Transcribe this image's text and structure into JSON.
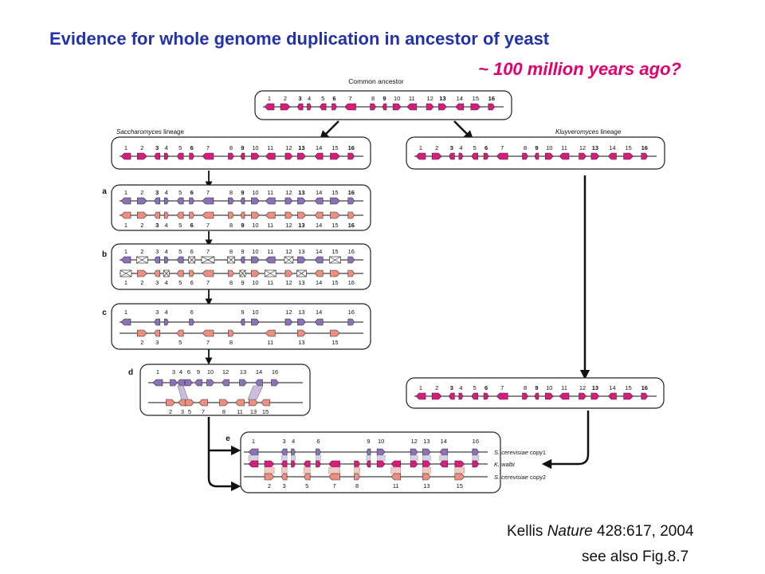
{
  "title": "Evidence for whole genome duplication in ancestor of yeast",
  "subtitle": "~ 100 million years ago?",
  "citation": {
    "author": "Kellis",
    "journal": "Nature",
    "ref": "428:617, 2004"
  },
  "see_also": "see also Fig.8.7",
  "figure": {
    "common_ancestor_label": "Common ancestor",
    "saccharomyces_label": {
      "genus": "Saccharomyces",
      "suffix": "lineage"
    },
    "kluyveromyces_label": {
      "genus": "Kluyveromyces",
      "suffix": "lineage"
    },
    "panel_letters": [
      "a",
      "b",
      "c",
      "d",
      "e"
    ],
    "gene_numbers": [
      "1",
      "2",
      "3",
      "4",
      "5",
      "6",
      "7",
      "8",
      "9",
      "10",
      "11",
      "12",
      "13",
      "14",
      "15",
      "16"
    ],
    "panel_c": {
      "top": [
        "1",
        "3",
        "4",
        "6",
        "9",
        "10",
        "12",
        "13",
        "14",
        "16"
      ],
      "bottom": [
        "2",
        "3",
        "5",
        "7",
        "8",
        "11",
        "13",
        "15"
      ]
    },
    "panel_d": {
      "top": [
        "1",
        "3",
        "4",
        "6",
        "9",
        "10",
        "12",
        "13",
        "14",
        "16"
      ],
      "bottom": [
        "2",
        "3",
        "5",
        "7",
        "8",
        "11",
        "13",
        "15"
      ]
    },
    "panel_e": {
      "top": [
        "1",
        "3",
        "4",
        "6",
        "9",
        "10",
        "12",
        "13",
        "14",
        "16"
      ],
      "bottom": [
        "2",
        "3",
        "5",
        "7",
        "8",
        "11",
        "13",
        "15"
      ],
      "track_labels": [
        {
          "species": "S. cerevisiae",
          "suffix": "copy1"
        },
        {
          "species": "K. waltii",
          "suffix": ""
        },
        {
          "species": "S. cerevisiae",
          "suffix": "copy2"
        }
      ]
    },
    "colors": {
      "magenta": "#d81b7c",
      "purple": "#8b72b8",
      "salmon": "#ee8d80",
      "title_blue": "#2233aa",
      "subtitle_pink": "#e0006e"
    }
  }
}
